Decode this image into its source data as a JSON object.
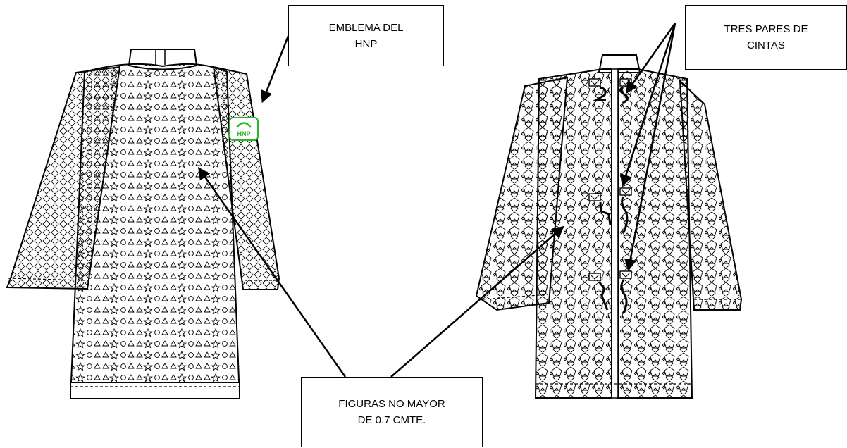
{
  "callouts": {
    "emblema": {
      "line1": "EMBLEMA DEL",
      "line2": "HNP"
    },
    "cintas": {
      "line1": "TRES PARES DE",
      "line2": "CINTAS"
    },
    "figuras": {
      "line1": "FIGURAS NO MAYOR",
      "line2": "DE 0.7 CMTE."
    }
  },
  "emblem_badge": {
    "text": "HNP",
    "color": "#2bb52b"
  },
  "colors": {
    "outline": "#000000",
    "background": "#ffffff",
    "badge_green": "#2bb52b"
  },
  "pattern_shapes": [
    "triangle",
    "star",
    "circle",
    "pentagon",
    "diamond",
    "sparkle"
  ]
}
